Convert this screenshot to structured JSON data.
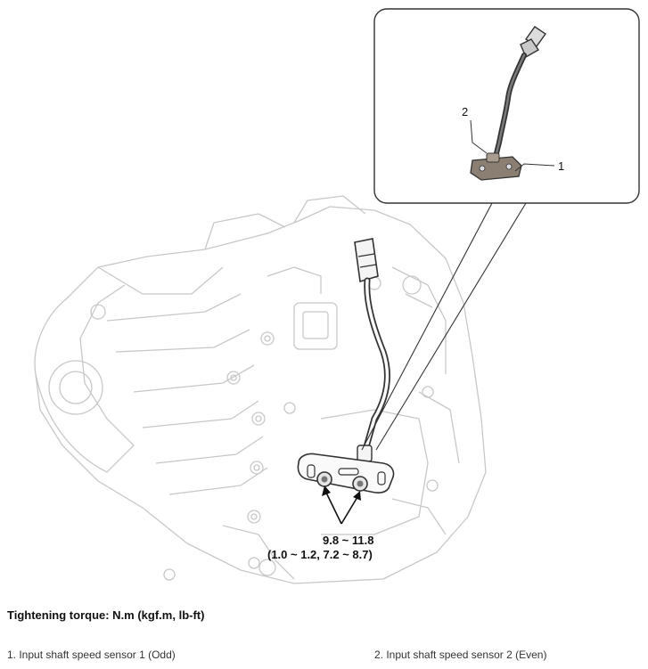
{
  "callouts": {
    "one": "1",
    "two": "2"
  },
  "torque_spec": {
    "line1": "9.8 ~ 11.8",
    "line2": "(1.0 ~ 1.2, 7.2 ~ 8.7)"
  },
  "heading": "Tightening torque: N.m (kgf.m, lb-ft)",
  "legend": [
    "1. Input shaft speed sensor 1 (Odd)",
    "2. Input shaft speed sensor 2 (Even)"
  ]
}
